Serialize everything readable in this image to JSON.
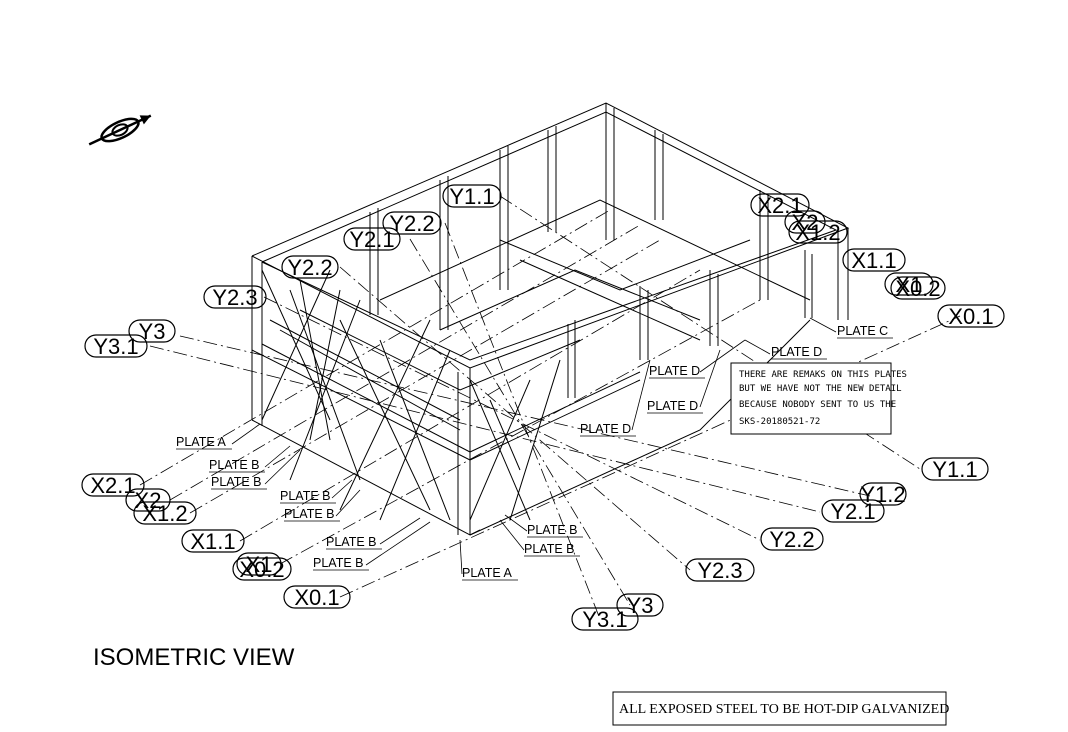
{
  "title": "ISOMETRIC VIEW",
  "galvanize_note": "ALL EXPOSED STEEL TO BE HOT-DIP GALVANIZED",
  "remark_note": [
    "THERE ARE REMAKS ON THIS PLATES",
    "BUT WE HAVE NOT THE NEW DETAIL",
    "BECAUSE NOBODY SENT TO US THE",
    "SKS-20180521-72"
  ],
  "north_icon": "north-arrow-icon",
  "grid_bubbles": [
    "Y1.1",
    "Y2.2",
    "Y2.1",
    "Y2.2",
    "Y2.3",
    "Y3",
    "Y3.1",
    "X2.1",
    "X2",
    "X1.2",
    "X1.1",
    "X1",
    "X0.2",
    "X0.1",
    "X2.1",
    "X2",
    "X1.2",
    "X1.1",
    "X1",
    "X0.2",
    "X0.1",
    "Y1.1",
    "Y1.2",
    "Y2.1",
    "Y2.2",
    "Y2.3",
    "Y3",
    "Y3.1"
  ],
  "plate_labels": [
    "PLATE A",
    "PLATE B",
    "PLATE B",
    "PLATE B",
    "PLATE B",
    "PLATE B",
    "PLATE B",
    "PLATE A",
    "PLATE B",
    "PLATE B",
    "PLATE D",
    "PLATE D",
    "PLATE D",
    "PLATE D",
    "PLATE C"
  ]
}
